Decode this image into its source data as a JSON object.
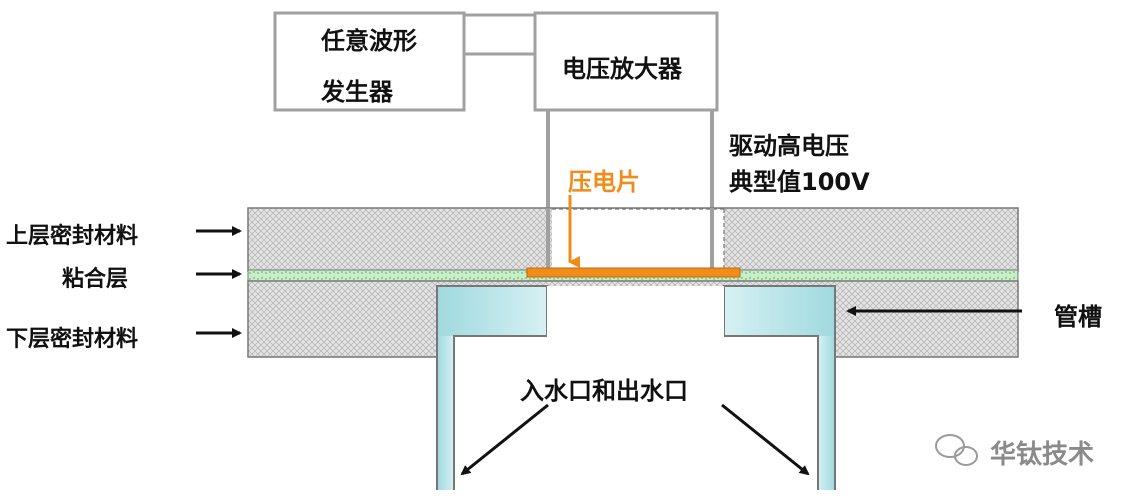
{
  "boxes": {
    "generator_line1": "任意波形",
    "generator_line2": "发生器",
    "amplifier": "电压放大器"
  },
  "annotations": {
    "drive_line1": "驱动高电压",
    "drive_line2": "典型值100V",
    "piezo": "压电片",
    "upper_seal": "上层密封材料",
    "bond_layer": "粘合层",
    "lower_seal": "下层密封材料",
    "groove": "管槽",
    "inlet_outlet": "入水口和出水口"
  },
  "watermark": "华钛技术",
  "colors": {
    "piezo": "#f08c1a",
    "bond_layer": "#9ed9a3",
    "channel": "#b9e6ea",
    "frame": "#a0a0a0",
    "seal": "#e6e6e6"
  },
  "icons": {
    "watermark_logo": "wechat-logo-icon"
  }
}
